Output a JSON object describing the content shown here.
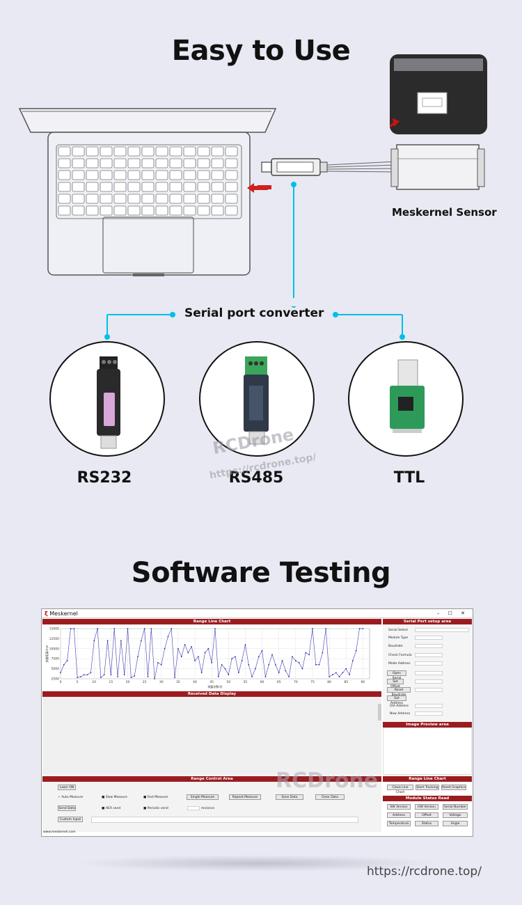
{
  "top": {
    "title": "Easy to Use",
    "sensor_label": "Meskernel Sensor",
    "converter_label": "Serial port converter",
    "converters": [
      {
        "label": "RS232"
      },
      {
        "label": "RS485"
      },
      {
        "label": "TTL"
      }
    ]
  },
  "bottom": {
    "title": "Software Testing"
  },
  "watermarks": {
    "brand": "RCDrone",
    "url_mid": "https://rcdrone.top/",
    "brand2": "RCDrone",
    "url_bottom": "https://rcdrone.top/"
  },
  "app": {
    "window_title": "Meskernel",
    "chart_title": "Range Line Chart",
    "received_title": "Received Data Display",
    "control_title": "Range Control Area",
    "serial_title": "Serial Port setup area",
    "image_title": "Image Preview area",
    "range_chart_title": "Range Line Chart",
    "module_title": "Module Status Read",
    "footer": "www.meskernel.com",
    "chart_ylabel": "测量距离/mm",
    "chart_xlabel": "测量次数/次",
    "serial_fields": [
      {
        "label": "Serial Select"
      },
      {
        "label": "Module Type"
      },
      {
        "label": "Baudrate"
      },
      {
        "label": "Check Formula"
      },
      {
        "label": "Mode Address"
      }
    ],
    "serial_buttons": [
      "Open Serial",
      "Set Offset",
      "Reset Baudrate",
      "Set Address"
    ],
    "address_fields": [
      "Old Address",
      "New Address"
    ],
    "range_chart_buttons": [
      "Close Line Chart",
      "Start Tracking",
      "Reset Graphics"
    ],
    "module_buttons": [
      "SW Version",
      "HW Version",
      "Serial Number",
      "Address",
      "Offset",
      "Voltage",
      "Temperature",
      "Status",
      "Angle"
    ],
    "controls": {
      "laser_on": "Laser ON",
      "auto_measure": "Auto Measure",
      "slow_measure": "Slow Measure",
      "fast_measure": "Fast Measure",
      "single_measure": "Single Measure",
      "repeat_measure": "Repeat Measure",
      "save_data": "Save Data",
      "clear_data": "Clear Data",
      "send_data": "Send Data",
      "hex_send": "HEX send",
      "periodic_send": "Periodic send",
      "ms_once": "ms/once",
      "custom_input": "Custom Input"
    },
    "window_buttons": {
      "minimize": "–",
      "maximize": "☐",
      "close": "✕"
    }
  },
  "chart_data": {
    "type": "line",
    "title": "",
    "xlabel": "测量次数/次",
    "ylabel": "测量距离/mm",
    "xlim": [
      0,
      92
    ],
    "ylim": [
      2500,
      15000
    ],
    "yticks": [
      2500,
      5000,
      7500,
      10000,
      12500,
      15000
    ],
    "xticks": [
      0,
      5,
      10,
      15,
      20,
      25,
      30,
      35,
      40,
      45,
      50,
      55,
      60,
      65,
      70,
      75,
      80,
      85,
      90
    ],
    "grid": true,
    "series": [
      {
        "values": [
          4000,
          6000,
          7000,
          15000,
          15000,
          2800,
          3000,
          3500,
          3500,
          4000,
          12000,
          15000,
          2800,
          3500,
          12000,
          3500,
          15000,
          3000,
          12000,
          3500,
          15000,
          2800,
          3200,
          8000,
          12000,
          15000,
          3000,
          15000,
          2500,
          6500,
          6000,
          10000,
          13000,
          15000,
          2800,
          10000,
          8000,
          11000,
          9000,
          10500,
          7000,
          8000,
          4000,
          9000,
          10000,
          6500,
          15000,
          3000,
          6000,
          5000,
          3500,
          7500,
          8000,
          4000,
          7000,
          11000,
          6000,
          3000,
          5000,
          8000,
          9500,
          3000,
          6000,
          8500,
          6000,
          4000,
          7000,
          4500,
          3000,
          8000,
          7000,
          6500,
          5000,
          9000,
          8500,
          15000,
          6000,
          6000,
          9000,
          15000,
          3000,
          3500,
          4000,
          3000,
          4000,
          5000,
          3500,
          7000,
          9500,
          15000,
          15000
        ]
      }
    ]
  }
}
